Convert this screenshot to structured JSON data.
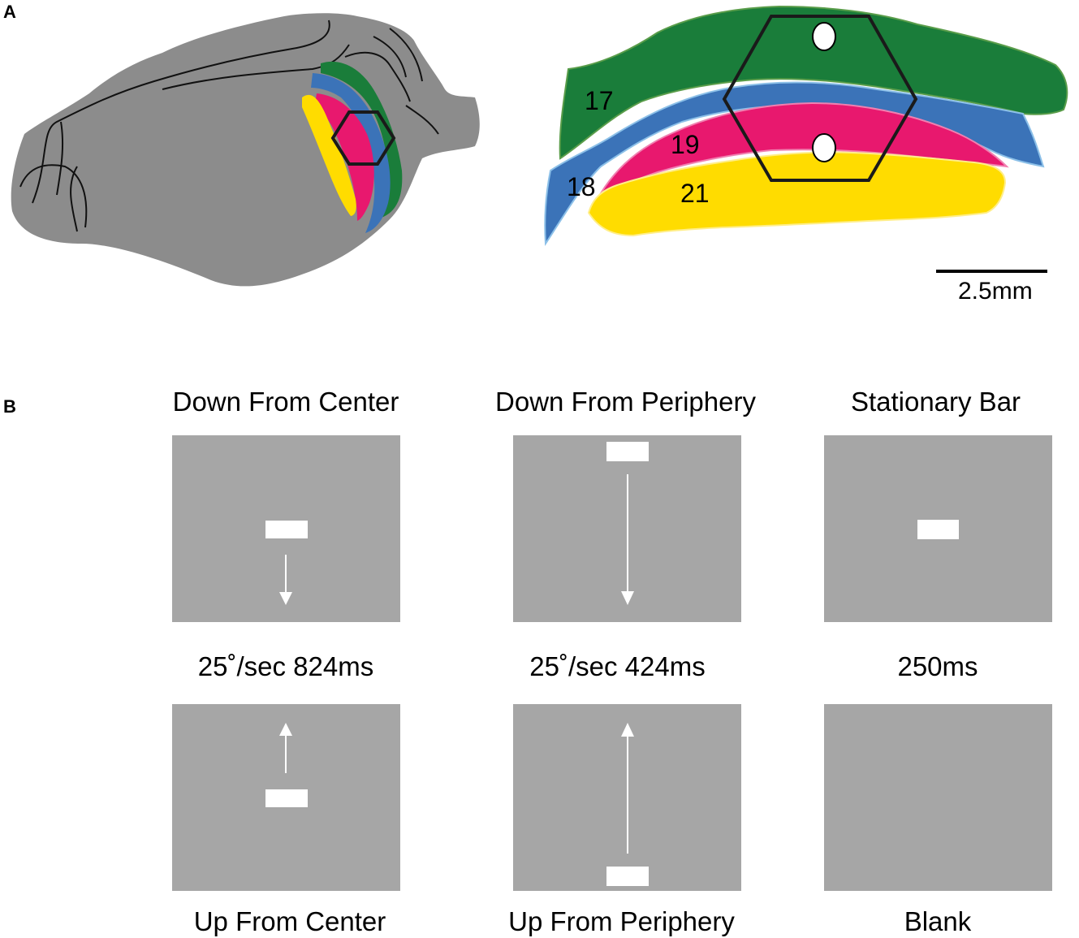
{
  "panel_a": {
    "letter": "A",
    "area_labels": {
      "a17": "17",
      "a18": "18",
      "a19": "19",
      "a21": "21"
    },
    "scale_bar_label": "2.5mm",
    "colors": {
      "brain": "#8c8c8c",
      "area17": "#1a7d3a",
      "area18": "#3b73b8",
      "area19": "#e8186e",
      "area21": "#ffdc00",
      "outline": "#1a1a1a"
    }
  },
  "panel_b": {
    "letter": "B",
    "columns": [
      {
        "title": "Down From Center",
        "speed_label": "25˚/sec 824ms",
        "bottom_label": "Up From Center"
      },
      {
        "title": "Down From Periphery",
        "speed_label": "25˚/sec 424ms",
        "bottom_label": "Up From Periphery"
      },
      {
        "title": "Stationary Bar",
        "speed_label": "250ms",
        "bottom_label": "Blank"
      }
    ],
    "colors": {
      "screen": "#a6a6a6",
      "bar": "#ffffff"
    }
  }
}
